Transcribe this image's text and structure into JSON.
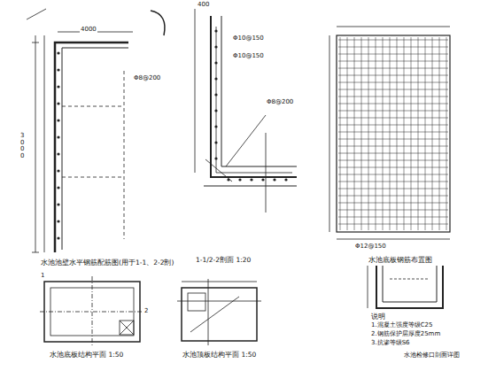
{
  "diagram": {
    "labels": [
      "水池池壁水平钢筋配筋图(用于1-1、2-2剖)",
      "1-1/2-2剖面 1:20",
      "水池底板钢筋布置图",
      "水池底板结构平面 1:50",
      "水池顶板结构平面 1:50",
      "说明",
      "水池检修口剖面详图",
      "4000",
      "3000",
      "Φ10@150",
      "Φ10@150",
      "Φ8@200",
      "Φ8@200",
      "400",
      "1.混凝土强度等级C25",
      "2.钢筋保护层厚度25mm",
      "3.抗渗等级S6",
      "1",
      "2",
      "Φ12@150"
    ]
  }
}
